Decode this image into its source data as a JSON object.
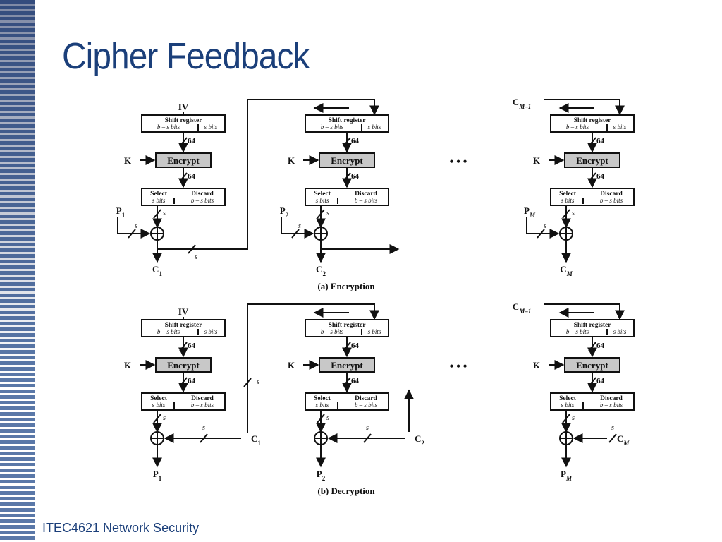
{
  "slide": {
    "title": "Cipher Feedback",
    "footer": "ITEC4621 Network Security"
  },
  "labels": {
    "iv": "IV",
    "shift_register": "Shift register",
    "b_minus_s_bits": "b – s bits",
    "s_bits": "s bits",
    "encrypt": "Encrypt",
    "select": "Select",
    "discard": "Discard",
    "key": "K",
    "width_64": "64",
    "width_s": "s",
    "ellipsis": "• • •",
    "xor_symbol": "⊕"
  },
  "encryption": {
    "caption": "(a) Encryption",
    "stages": [
      {
        "input": "P",
        "input_sub": "1",
        "output": "C",
        "output_sub": "1",
        "register_source": "IV"
      },
      {
        "input": "P",
        "input_sub": "2",
        "output": "C",
        "output_sub": "2",
        "register_source": ""
      },
      {
        "input": "P",
        "input_sub": "M",
        "output": "C",
        "output_sub": "M",
        "register_source": "C",
        "register_source_sub": "M–1"
      }
    ]
  },
  "decryption": {
    "caption": "(b) Decryption",
    "stages": [
      {
        "cipher": "C",
        "cipher_sub": "1",
        "output": "P",
        "output_sub": "1",
        "register_source": "IV"
      },
      {
        "cipher": "C",
        "cipher_sub": "2",
        "output": "P",
        "output_sub": "2",
        "register_source": ""
      },
      {
        "cipher": "C",
        "cipher_sub": "M",
        "output": "P",
        "output_sub": "M",
        "register_source": "C",
        "register_source_sub": "M–1"
      }
    ]
  }
}
